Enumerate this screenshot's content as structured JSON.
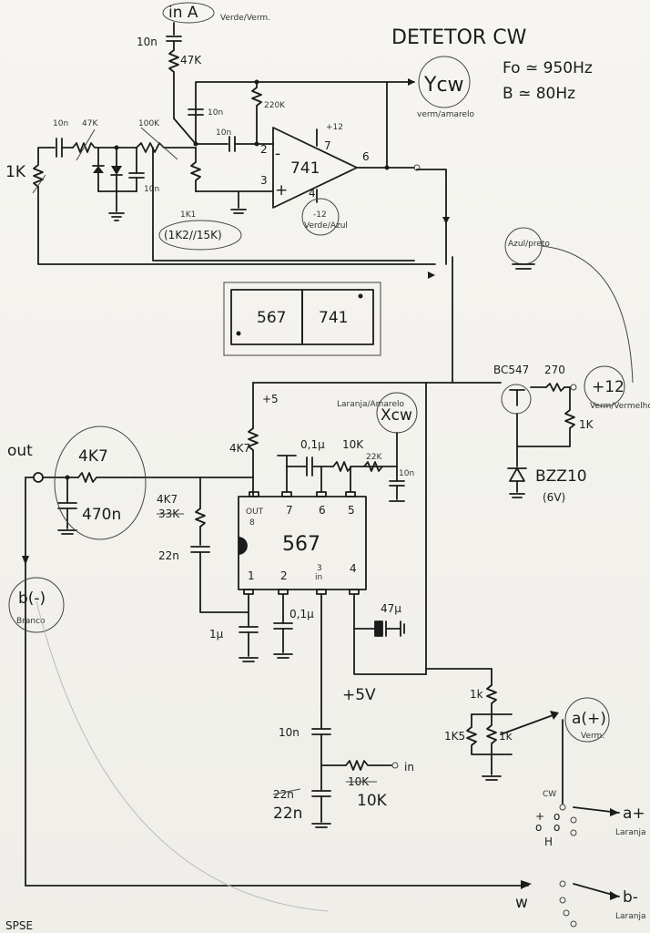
{
  "title": "DETETOR CW",
  "params": {
    "fo": "Fo ≃ 950Hz",
    "b": "B ≃ 80Hz"
  },
  "nodes": {
    "in_a": "in A",
    "ycw": "Ycw",
    "xcw": "Xcw",
    "plus12": "+12",
    "b_minus": "b(-)",
    "a_plus": "a(+)",
    "out": "out",
    "in": "in",
    "plus5_top": "+5",
    "plus5_bottom": "+5V",
    "a_plus_short": "a+",
    "b_minus_short": "b-"
  },
  "notes": {
    "in_a": "Verde/Verm.",
    "ycw": "verm/amarelo",
    "minus12": "Verde/Azul",
    "xcw": "Laranja/Amarelo",
    "gnd": "Azul/preto",
    "plus12": "Verm/Vermelho",
    "b_minus": "Branco",
    "a_plus": "Verm.",
    "a_plus_short": "Laranja",
    "b_minus_short": "Laranja"
  },
  "ics": {
    "op": "741",
    "pll": "567"
  },
  "ic_box": {
    "left": "567",
    "right": "741"
  },
  "opamp_pins": {
    "inv": "2",
    "noninv": "3",
    "vplus": "7",
    "vminus": "4",
    "out": "6",
    "vplus_label": "+12",
    "vminus_label": "-12",
    "minus": "-",
    "plus": "+"
  },
  "pll_pins": {
    "p8": "8",
    "p8_name": "OUT",
    "p7": "7",
    "p6": "6",
    "p5": "5",
    "p1": "1",
    "p2": "2",
    "p3": "3",
    "p3_name": "in",
    "p4": "4"
  },
  "components": {
    "c_10n_top": "10n",
    "r_47k": "47K",
    "c_10n_a": "10n",
    "r_220k": "220K",
    "c_10n_b": "10n",
    "c_10n_in": "10n",
    "pot_47k": "47K",
    "r_100k": "100K",
    "c_10n_c": "10n",
    "r_1k_in": "1K",
    "r_1k1": "1K1",
    "r_1k2_15k": "(1K2//15K)",
    "q": "BC547",
    "r_270": "270",
    "r_1k_q": "1K",
    "zener": "BZZ10",
    "zener_v": "(6V)",
    "r_4k7_out": "4K7",
    "c_470n": "470n",
    "r_4k7_p8": "4K7",
    "r_4k7_sel": "4K7",
    "r_33k_x": "33K",
    "c_22n": "22n",
    "c_01u_a": "0,1µ",
    "r_10k_a": "10K",
    "r_22k": "22K",
    "c_10n_d": "10n",
    "c_1u": "1µ",
    "c_01u_b": "0,1µ",
    "c_47u": "47µ",
    "c_10n_e": "10n",
    "r_10k_in": "10K",
    "r_10k_x": "10K",
    "c_22n_b": "22n",
    "c_22n_x": "22n",
    "r_1k_a": "1k",
    "r_1k5": "1K5",
    "pot_1k": "1k",
    "sw_cw": "CW",
    "sw_h": "H",
    "sw_w": "w",
    "sw_mark_a": "+",
    "sw_mark_b": "o",
    "sw_mark_c": "o",
    "sw_mark_d": "o"
  },
  "footer": "SPSE"
}
